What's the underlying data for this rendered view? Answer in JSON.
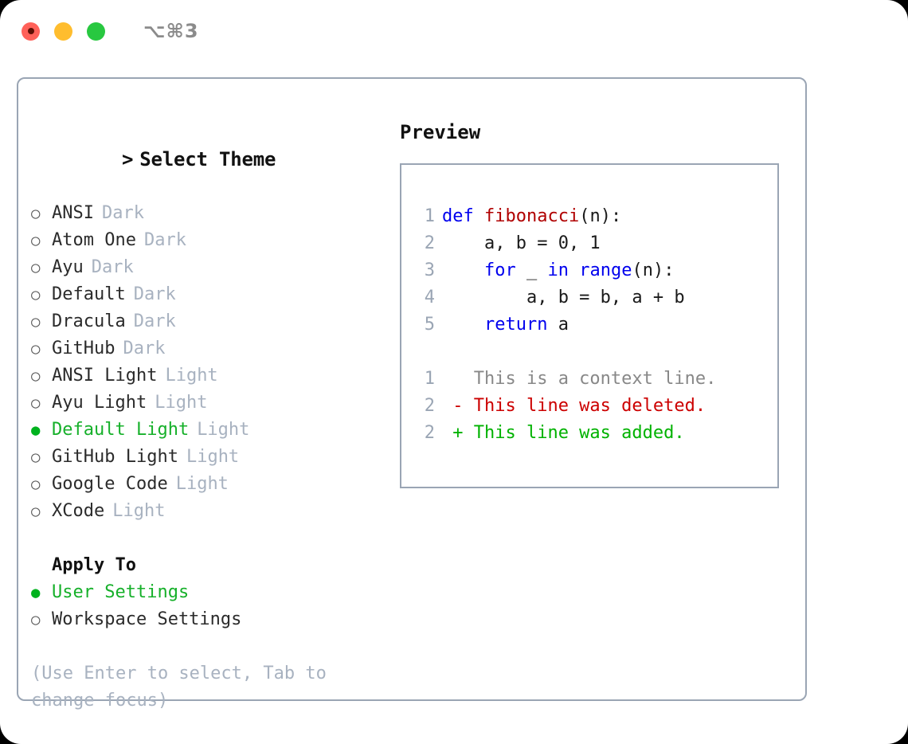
{
  "titlebar": {
    "shortcut": "⌥⌘3",
    "buttons": [
      {
        "name": "close",
        "color": "#ff6159"
      },
      {
        "name": "minimize",
        "color": "#ffbd2e"
      },
      {
        "name": "maximize",
        "color": "#28c840"
      }
    ]
  },
  "theme_picker": {
    "heading": "Select Theme",
    "caret": ">",
    "bullet_unselected": "○",
    "bullet_selected": "●",
    "items": [
      {
        "label": "ANSI",
        "badge": "Dark",
        "selected": false
      },
      {
        "label": "Atom One",
        "badge": "Dark",
        "selected": false
      },
      {
        "label": "Ayu",
        "badge": "Dark",
        "selected": false
      },
      {
        "label": "Default",
        "badge": "Dark",
        "selected": false
      },
      {
        "label": "Dracula",
        "badge": "Dark",
        "selected": false
      },
      {
        "label": "GitHub",
        "badge": "Dark",
        "selected": false
      },
      {
        "label": "ANSI Light",
        "badge": "Light",
        "selected": false
      },
      {
        "label": "Ayu Light",
        "badge": "Light",
        "selected": false
      },
      {
        "label": "Default Light",
        "badge": "Light",
        "selected": true
      },
      {
        "label": "GitHub Light",
        "badge": "Light",
        "selected": false
      },
      {
        "label": "Google Code",
        "badge": "Light",
        "selected": false
      },
      {
        "label": "XCode",
        "badge": "Light",
        "selected": false
      }
    ]
  },
  "apply_to": {
    "heading": "Apply To",
    "items": [
      {
        "label": "User Settings",
        "selected": true
      },
      {
        "label": "Workspace Settings",
        "selected": false
      }
    ]
  },
  "hint": "(Use Enter to select, Tab to change focus)",
  "preview": {
    "heading": "Preview",
    "code_lines": [
      {
        "num": "1",
        "parts": [
          {
            "text": "def ",
            "cls": "tok-kw"
          },
          {
            "text": "fibonacci",
            "cls": "tok-fn"
          },
          {
            "text": "(n):",
            "cls": "tok-def"
          }
        ]
      },
      {
        "num": "2",
        "parts": [
          {
            "text": "    a, b = 0, 1",
            "cls": "tok-def"
          }
        ]
      },
      {
        "num": "3",
        "parts": [
          {
            "text": "    ",
            "cls": "tok-def"
          },
          {
            "text": "for",
            "cls": "tok-kw"
          },
          {
            "text": " _ ",
            "cls": "tok-def"
          },
          {
            "text": "in",
            "cls": "tok-kw"
          },
          {
            "text": " ",
            "cls": "tok-def"
          },
          {
            "text": "range",
            "cls": "tok-kw"
          },
          {
            "text": "(n):",
            "cls": "tok-def"
          }
        ]
      },
      {
        "num": "4",
        "parts": [
          {
            "text": "        a, b = b, a + b",
            "cls": "tok-def"
          }
        ]
      },
      {
        "num": "5",
        "parts": [
          {
            "text": "    ",
            "cls": "tok-def"
          },
          {
            "text": "return",
            "cls": "tok-kw"
          },
          {
            "text": " a",
            "cls": "tok-def"
          }
        ]
      }
    ],
    "diff_lines": [
      {
        "num": "1",
        "parts": [
          {
            "text": "   This is a context line.",
            "cls": "tok-ctx"
          }
        ]
      },
      {
        "num": "2",
        "parts": [
          {
            "text": " - This line was deleted.",
            "cls": "tok-del"
          }
        ]
      },
      {
        "num": "2",
        "parts": [
          {
            "text": " + This line was added.",
            "cls": "tok-add"
          }
        ]
      }
    ]
  },
  "colors": {
    "accent_green": "#16b02a",
    "border": "#9aa5b4",
    "muted": "#a8b2c0",
    "keyword_blue": "#0000ee",
    "function_red": "#b00000",
    "diff_delete": "#cc0000",
    "diff_add": "#00b200"
  }
}
